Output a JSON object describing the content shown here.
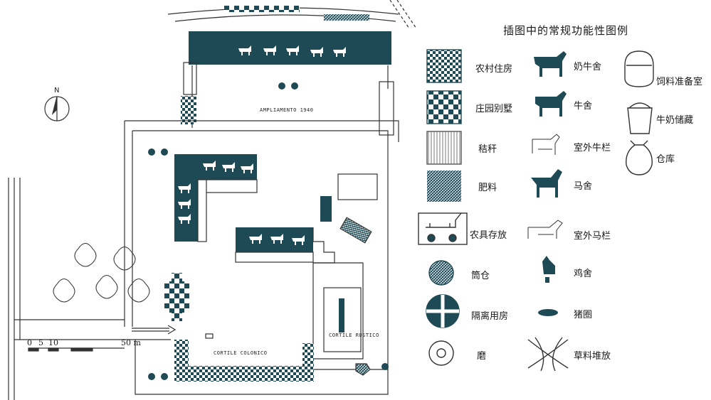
{
  "legend": {
    "title": "插图中的常规功能性图例",
    "items": {
      "rural_house": "农村住房",
      "manor_villa": "庄园别墅",
      "straw": "秸秆",
      "manure": "肥料",
      "tool_storage": "农具存放",
      "silo": "筒仓",
      "isolation_room": "隔离用房",
      "mill": "磨",
      "dairy_barn": "奶牛舍",
      "cattle_barn": "牛舍",
      "outdoor_cattle_pen": "室外牛栏",
      "stable": "马舍",
      "outdoor_horse_pen": "室外马栏",
      "chicken_coop": "鸡舍",
      "pig_pen": "猪圈",
      "hay_pile": "草料堆放",
      "feed_prep_room": "饲料准备室",
      "milk_storage": "牛奶储藏",
      "warehouse": "仓库"
    }
  },
  "map": {
    "north": "N",
    "expansion_label": "AMPLIAMENTO 1940",
    "courtyard_label": "CORTILE COLONICO",
    "rustic_courtyard_label": "CORTILE RUSTICO",
    "scale_0": "0",
    "scale_5": "5",
    "scale_10": "10",
    "scale_50": "50 m"
  },
  "colors": {
    "ink": "#1e4a55",
    "line": "#333333"
  }
}
